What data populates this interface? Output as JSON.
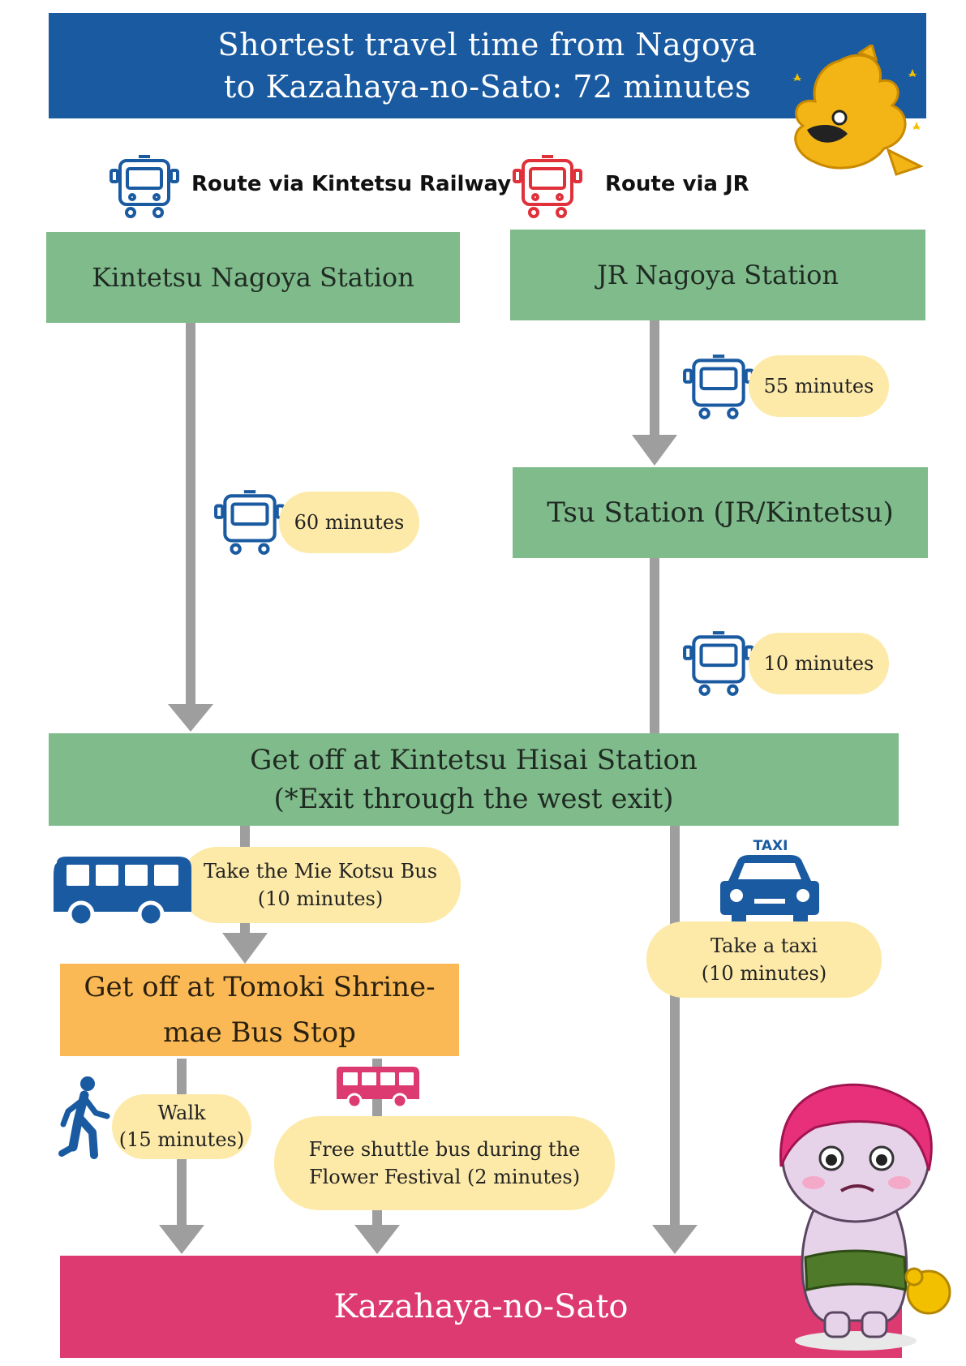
{
  "header": {
    "line1": "Shortest travel time from Nagoya",
    "line2": "to Kazahaya-no-Sato: 72 minutes"
  },
  "routes": {
    "kintetsu_label": "Route via Kintetsu Railway",
    "jr_label": "Route via JR"
  },
  "nodes": {
    "kintetsu_nagoya": "Kintetsu Nagoya Station",
    "jr_nagoya": "JR Nagoya Station",
    "tsu": "Tsu Station (JR/Kintetsu)",
    "hisai_line1": "Get off at Kintetsu Hisai Station",
    "hisai_line2": "(*Exit through the west exit)",
    "tomoki_line1": "Get off at Tomoki Shrine-",
    "tomoki_line2": "mae Bus Stop",
    "destination": "Kazahaya-no-Sato"
  },
  "durations": {
    "jr_to_tsu": "55 minutes",
    "kintetsu_to_hisai": "60 minutes",
    "tsu_to_hisai": "10 minutes",
    "bus_line1": "Take the Mie Kotsu Bus",
    "bus_line2": "(10 minutes)",
    "taxi_line1": "Take a taxi",
    "taxi_line2": "(10 minutes)",
    "walk_line1": "Walk",
    "walk_line2": "(15 minutes)",
    "shuttle_line1": "Free shuttle bus during the",
    "shuttle_line2": "Flower Festival (2 minutes)"
  },
  "icons": {
    "taxi_sign": "TAXI",
    "train_kintetsu": "train-icon-blue",
    "train_jr": "train-icon-red",
    "bus": "bus-icon",
    "taxi": "taxi-icon",
    "walk": "pedestrian-icon",
    "shuttle": "shuttle-bus-icon",
    "mascot_top": "golden-shachihoko-icon",
    "mascot_bottom": "pink-haired-kappa-mascot"
  },
  "colors": {
    "header_bg": "#1a5aa0",
    "station_green": "#80bb8c",
    "bus_stop_orange": "#fbb955",
    "destination_pink": "#dc3a70",
    "pill_yellow": "#fdeaa8",
    "arrow_gray": "#9e9e9e",
    "icon_blue": "#1a5aa0",
    "icon_red": "#e0303a"
  }
}
